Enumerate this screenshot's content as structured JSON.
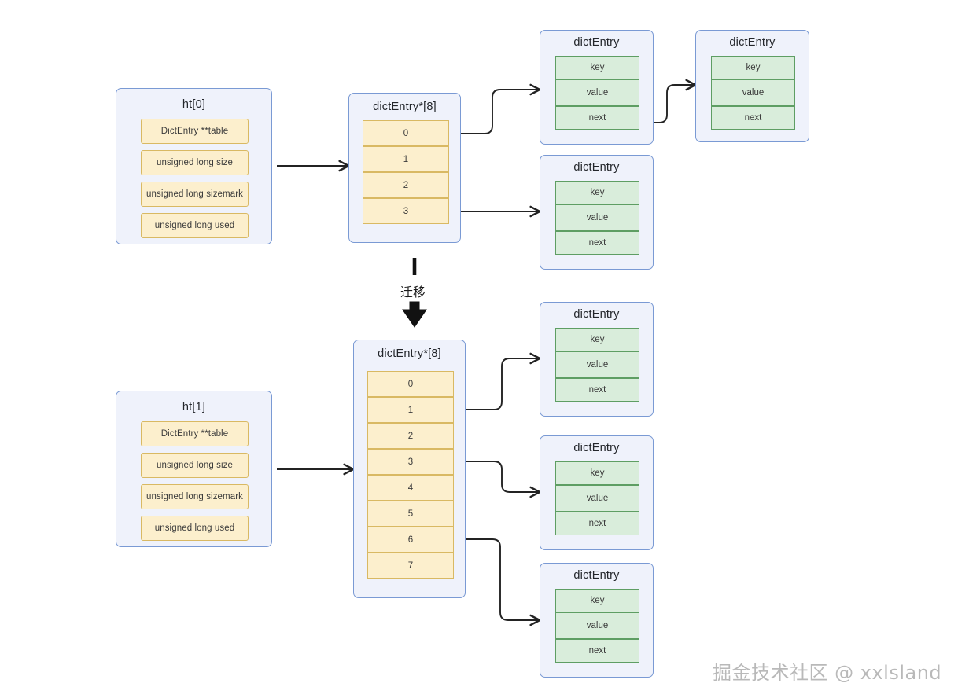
{
  "diagram": {
    "title": "Redis dict rehash (ht[0] -> ht[1]) migration diagram",
    "migration_label": "迁移",
    "watermark": "掘金技术社区 @ xxlsland",
    "colors": {
      "group_fill": "#eff2fb",
      "group_border": "#7a9ad4",
      "field_fill": "#fcefcd",
      "field_border": "#d9b963",
      "entry_fill": "#d9eddb",
      "entry_border": "#5e9e63",
      "wire": "#232323",
      "watermark": "#b9b9b9",
      "background": "#ffffff"
    }
  },
  "hashtables": [
    {
      "id": "ht0",
      "title": "ht[0]",
      "fields": [
        "DictEntry **table",
        "unsigned long size",
        "unsigned long sizemark",
        "unsigned long used"
      ]
    },
    {
      "id": "ht1",
      "title": "ht[1]",
      "fields": [
        "DictEntry **table",
        "unsigned long size",
        "unsigned long sizemark",
        "unsigned long used"
      ]
    }
  ],
  "bucket_arrays": [
    {
      "id": "array-top",
      "title": "dictEntry*[8]",
      "slots": [
        "0",
        "1",
        "2",
        "3"
      ],
      "linked_slots": [
        "0",
        "3"
      ]
    },
    {
      "id": "array-bottom",
      "title": "dictEntry*[8]",
      "slots": [
        "0",
        "1",
        "2",
        "3",
        "4",
        "5",
        "6",
        "7"
      ],
      "linked_slots": [
        "1",
        "3",
        "6"
      ]
    }
  ],
  "dict_entries": [
    {
      "id": "entry-t0-a",
      "title": "dictEntry",
      "cells": [
        "key",
        "value",
        "next"
      ]
    },
    {
      "id": "entry-t0-b",
      "title": "dictEntry",
      "cells": [
        "key",
        "value",
        "next"
      ]
    },
    {
      "id": "entry-t3",
      "title": "dictEntry",
      "cells": [
        "key",
        "value",
        "next"
      ]
    },
    {
      "id": "entry-b1",
      "title": "dictEntry",
      "cells": [
        "key",
        "value",
        "next"
      ]
    },
    {
      "id": "entry-b3",
      "title": "dictEntry",
      "cells": [
        "key",
        "value",
        "next"
      ]
    },
    {
      "id": "entry-b6",
      "title": "dictEntry",
      "cells": [
        "key",
        "value",
        "next"
      ]
    }
  ]
}
